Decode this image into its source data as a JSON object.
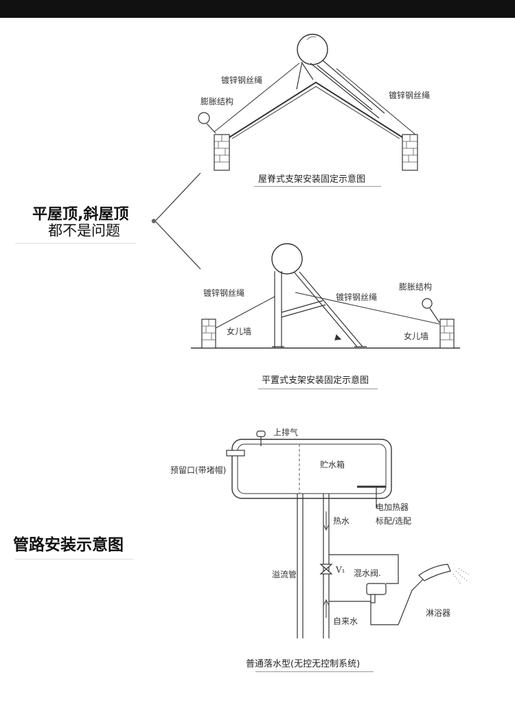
{
  "headings": {
    "roof_title": "平屋顶,斜屋顶",
    "roof_sub": "都不是问题",
    "pipe_title": "管路安装示意图"
  },
  "ridge": {
    "wire_left": "镀锌钢丝绳",
    "wire_right": "镀锌钢丝绳",
    "expansion": "膨胀结构",
    "caption": "屋脊式支架安装固定示意图"
  },
  "flat": {
    "wire_left": "镀锌钢丝绳",
    "wire_mid": "镀锌钢丝绳",
    "expansion": "膨胀结构",
    "parapet_left": "女儿墙",
    "parapet_right": "女儿墙",
    "caption": "平置式支架安装固定示意图"
  },
  "pipe": {
    "vent": "上排气",
    "reserved_port": "预留口(带堵帽)",
    "tank": "贮水箱",
    "heater": "电加热器",
    "heater_note": "标配/选配",
    "hot_water": "热水",
    "overflow": "溢流管",
    "valve_symbol": "V₁",
    "valve": "混水阀.",
    "shower": "淋浴器",
    "tap_water": "自来水",
    "caption": "普通落水型(无控无控制系统)"
  }
}
